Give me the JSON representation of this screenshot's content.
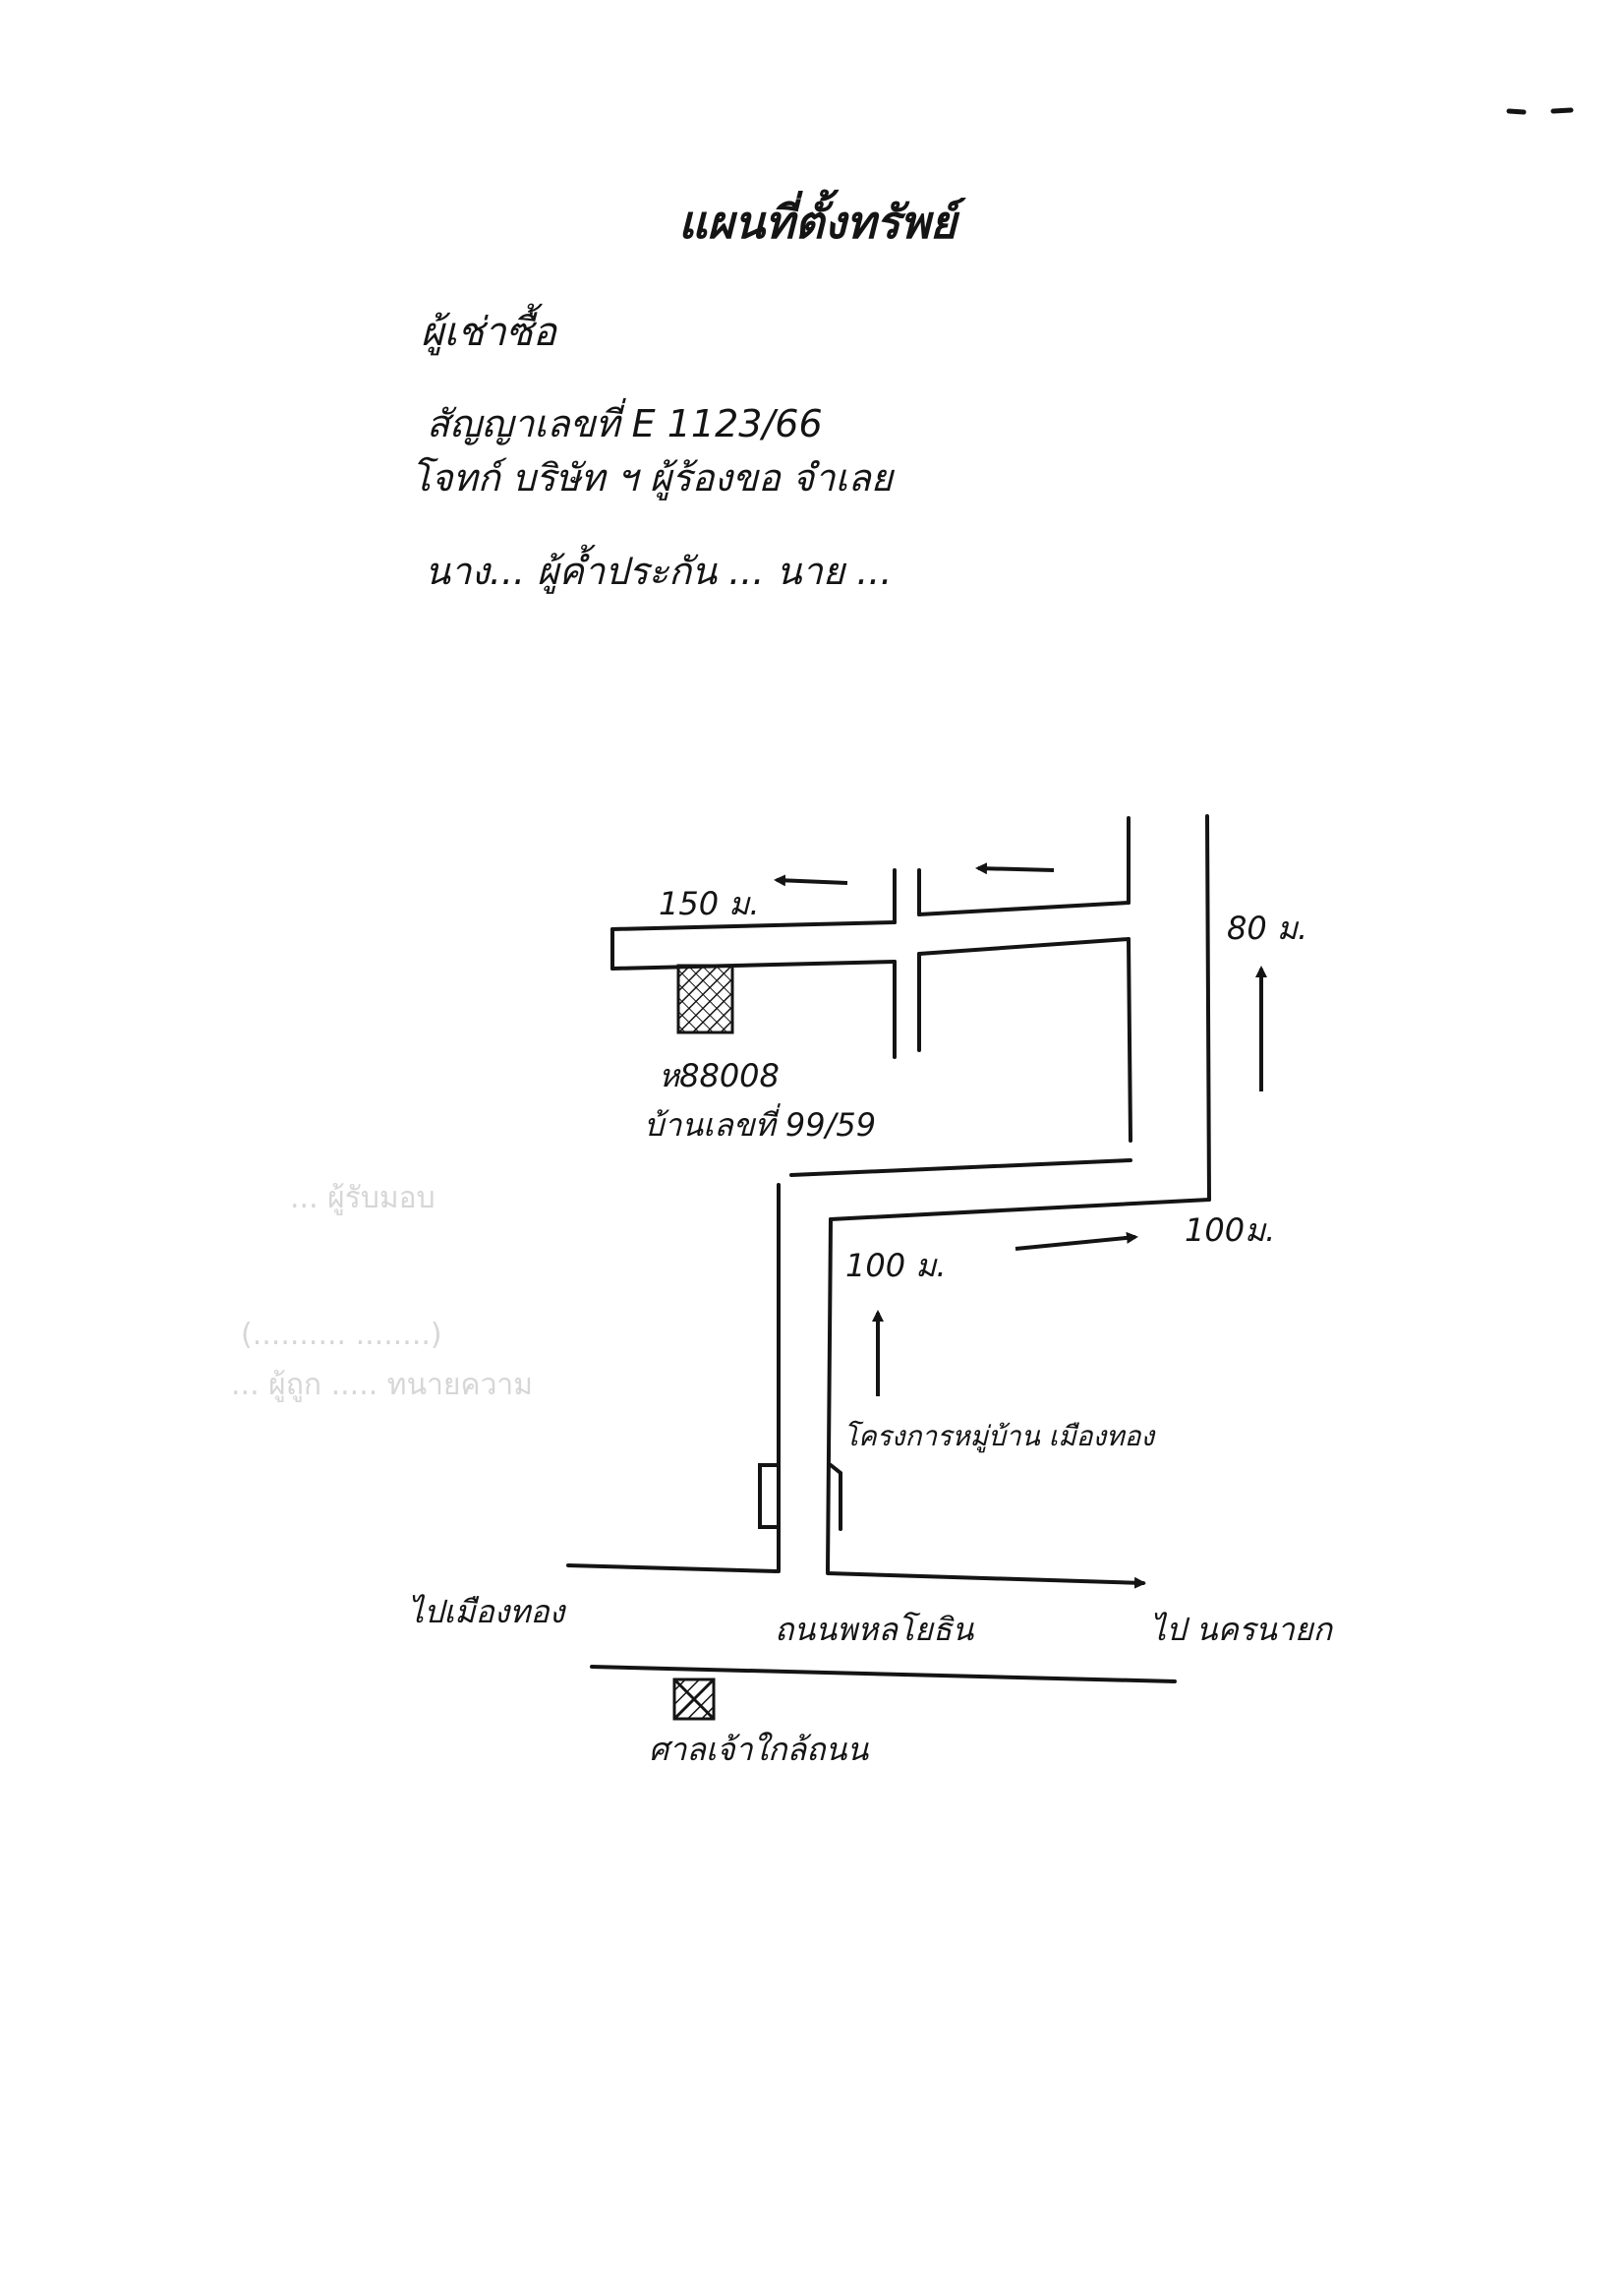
{
  "document": {
    "title": "แผนที่ตั้งทรัพย์",
    "heading": "ผู้เช่าซื้อ",
    "line_contract": "สัญญาเลขที่ E 1123/66",
    "line_parties": "โจทก์ บริษัท ฯ ผู้ร้องขอ จำเลย",
    "line_persons": "นาง... ผู้ค้ำประกัน ... นาย ..."
  },
  "map_labels": {
    "dist_150": "150 ม.",
    "dist_80": "80 ม.",
    "dist_100_left": "100 ม.",
    "dist_100_right": "100ม.",
    "house_code": "ห88008",
    "house_number": "บ้านเลขที่ 99/59",
    "village": "โครงการหมู่บ้าน เมืองทอง",
    "road_name": "ถนนพหลโยธิน",
    "from_left": "ไปเมืองทอง",
    "to_right": "ไป นครนายก",
    "landmark": "ศาลเจ้าใกล้ถนน"
  },
  "faint_notes": {
    "note1": "... ผู้รับมอบ",
    "note2": "(.......... ........)",
    "note3": "... ผู้ถูก ..... ทนายความ"
  },
  "colors": {
    "ink": "#141414",
    "faint": "#d6d6d6",
    "paper": "#ffffff"
  }
}
